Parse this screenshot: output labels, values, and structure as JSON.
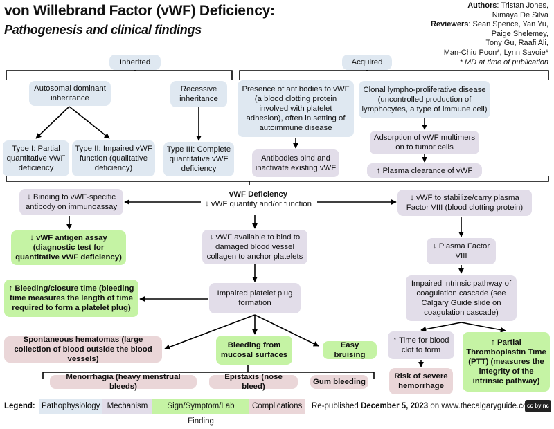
{
  "title": {
    "line1": "von Willebrand Factor (vWF) Deficiency:",
    "line2": "Pathogenesis and clinical findings"
  },
  "credits": {
    "authors_label": "Authors",
    "authors": ": Tristan Jones,",
    "authors2": "Nimaya De Silva",
    "reviewers_label": "Reviewers",
    "reviewers": ": Sean Spence, Yan Yu,",
    "reviewers2": "Paige Shelemey,",
    "reviewers3": "Tony Gu, Raafi Ali,",
    "reviewers4": "Man-Chiu Poon*, Lynn Savoie*",
    "note": "* MD at time  of publication"
  },
  "nodes": {
    "inherited": "Inherited",
    "acquired": "Acquired",
    "autosomal_dominant": "Autosomal dominant inheritance",
    "recessive": "Recessive inheritance",
    "type1": "Type I: Partial quantitative vWF deficiency",
    "type2": "Type II: Impaired vWF function (qualitative deficiency)",
    "type3": "Type III: Complete quantitative vWF deficiency",
    "antibodies_presence": "Presence of antibodies to vWF (a blood clotting protein involved with platelet adhesion), often in setting of autoimmune disease",
    "antibodies_bind": "Antibodies bind and inactivate existing vWF",
    "clonal": "Clonal lympho-proliferative disease (uncontrolled production of lymphocytes, a type of immune cell)",
    "adsorption": "Adsorption of vWF multimers on to tumor cells",
    "plasma_clearance": "↑ Plasma clearance of vWF",
    "central_title": "vWF Deficiency",
    "central_sub": "↓ vWF quantity and/or function",
    "binding": "↓ Binding to vWF-specific antibody on immunoassay",
    "antigen_assay": "↓ vWF antigen assay (diagnostic test for quantitative vWF deficiency)",
    "bleeding_time": "↑ Bleeding/closure time (bleeding time measures the length of time required to form a platelet plug)",
    "available": "↓ vWF available to bind to damaged blood vessel collagen to anchor platelets",
    "impaired_plug": "Impaired platelet plug formation",
    "spontaneous": "Spontaneous hematomas (large collection of blood outside the blood vessels)",
    "mucosal": "Bleeding from mucosal surfaces",
    "bruising": "Easy bruising",
    "menorrhagia": "Menorrhagia (heavy menstrual bleeds)",
    "epistaxis": "Epistaxis (nose bleed)",
    "gum": "Gum bleeding",
    "stabilize": "↓ vWF to stabilize/carry plasma Factor VIII (blood clotting protein)",
    "plasma_factor": "↓ Plasma Factor VIII",
    "intrinsic": "Impaired intrinsic pathway of coagulation cascade (see Calgary Guide slide on coagulation cascade)",
    "time_clot": "↑ Time for blood clot to form",
    "risk_hemorrhage": "Risk of severe hemorrhage",
    "ptt": "↑ Partial Thromboplastin Time (PTT) (measures the integrity of the intrinsic pathway)"
  },
  "legend": {
    "label": "Legend:",
    "items": [
      "Pathophysiology",
      "Mechanism",
      "Sign/Symptom/Lab Finding",
      "Complications"
    ],
    "colors": [
      "#dfe8f1",
      "#e2dde9",
      "#c5f3a4",
      "#ead6d8"
    ],
    "republished_prefix": "Re-published ",
    "republished_date": "December 5, 2023",
    "republished_suffix": " on www.thecalgaryguide.com",
    "license": "cc by nc sa"
  }
}
